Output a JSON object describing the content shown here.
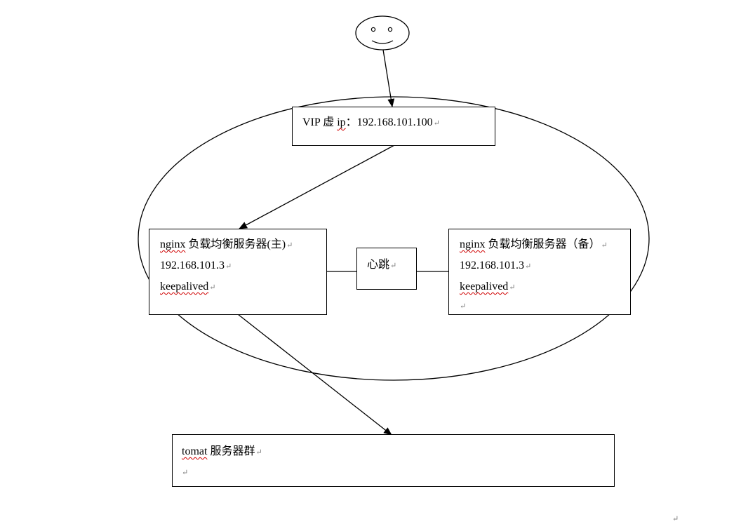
{
  "vip_box": {
    "text_prefix": "VIP 虚 ",
    "text_squiggle": "ip",
    "text_suffix": "：192.168.101.100"
  },
  "master_box": {
    "line1_squiggle": "nginx",
    "line1_rest": " 负载均衡服务器(主)",
    "line2": "192.168.101.3",
    "line3_squiggle": "keepalived"
  },
  "heartbeat_box": {
    "label": "心跳"
  },
  "backup_box": {
    "line1_squiggle": "nginx",
    "line1_rest": " 负载均衡服务器（备）",
    "line2": "192.168.101.3",
    "line3_squiggle": "keepalived"
  },
  "tomcat_box": {
    "line1_squiggle": "tomat",
    "line1_rest": " 服务器群"
  },
  "paragraph_mark": "↵",
  "colors": {
    "stroke": "#000000",
    "spellcheck_underline": "#d00000",
    "paragraph_mark": "#7a7a7a"
  }
}
